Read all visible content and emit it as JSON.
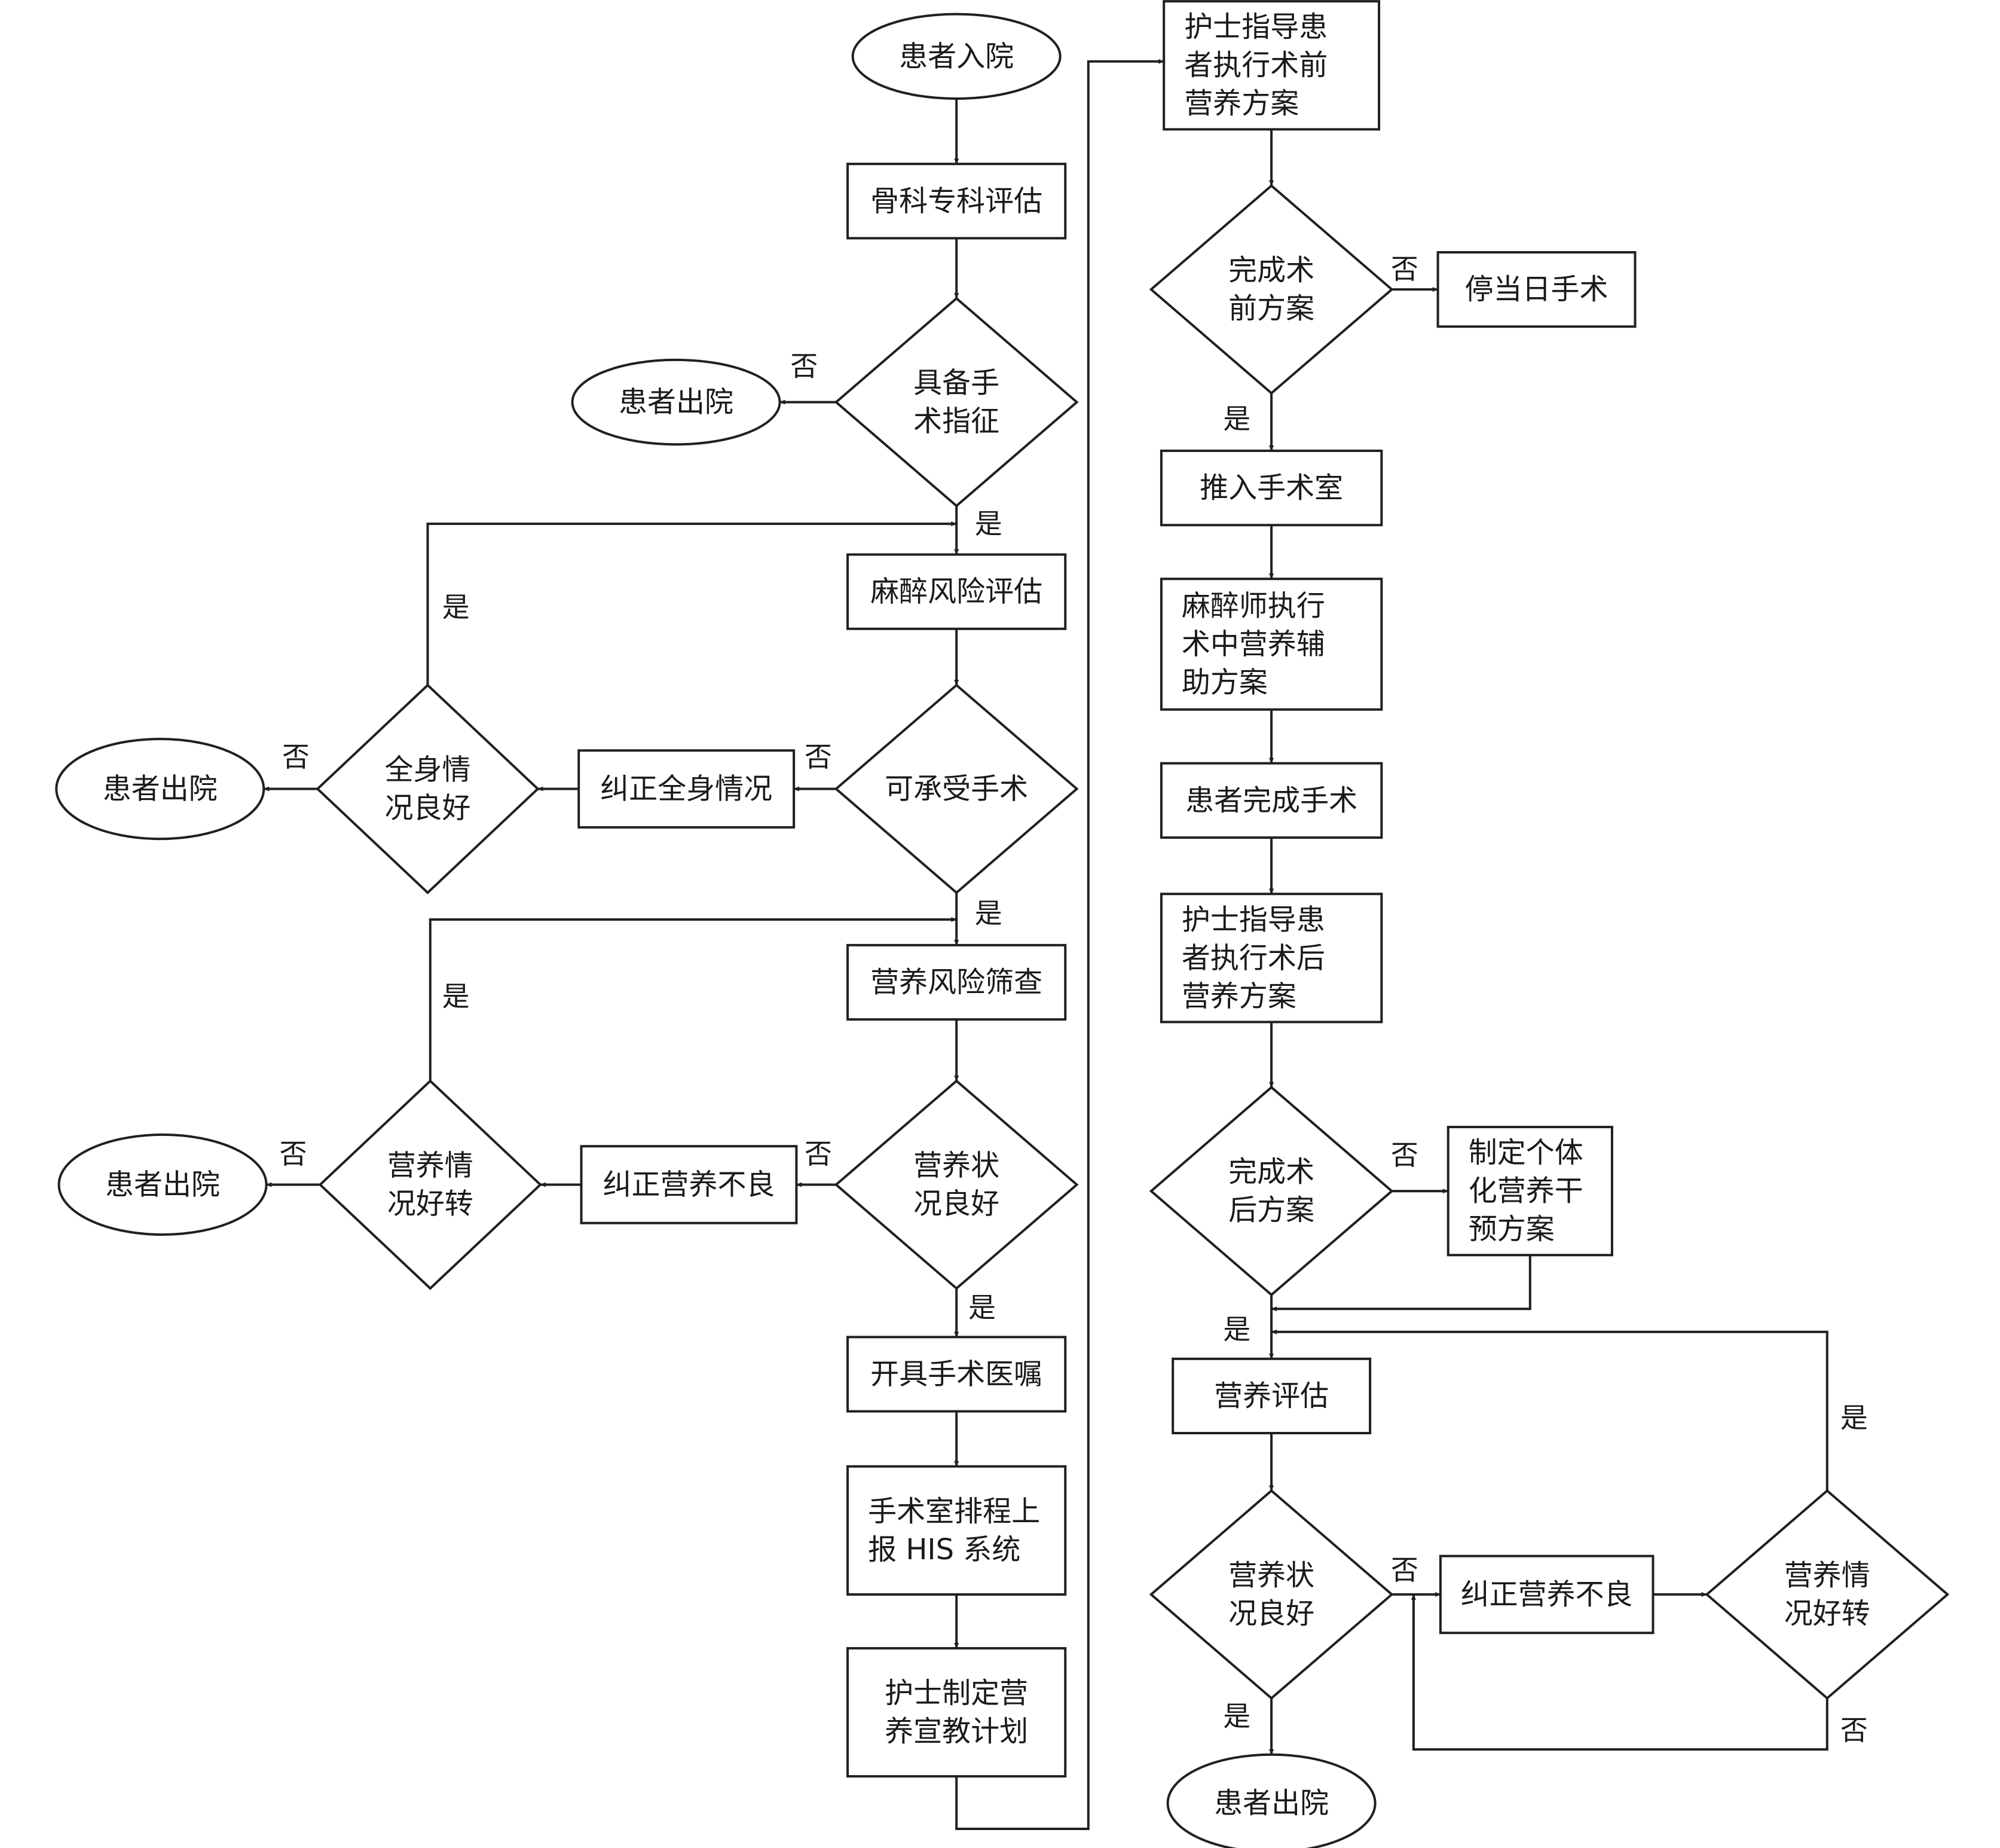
{
  "diagram": {
    "colors": {
      "line": "#231f20",
      "text": "#1a1a1a",
      "fill": "#ffffff"
    },
    "labels": {
      "yes": "是",
      "no": "否"
    },
    "nodes": {
      "admit": [
        "患者入院"
      ],
      "ortho_eval": [
        "骨科专科评估"
      ],
      "has_indication": [
        "具备手",
        "术指征"
      ],
      "discharge_1": [
        "患者出院"
      ],
      "anesth_risk": [
        "麻醉风险评估"
      ],
      "can_tolerate": [
        "可承受手术"
      ],
      "correct_general": [
        "纠正全身情况"
      ],
      "general_good": [
        "全身情",
        "况良好"
      ],
      "discharge_2": [
        "患者出院"
      ],
      "nutrition_screen": [
        "营养风险筛查"
      ],
      "nutrition_ok_1": [
        "营养状",
        "况良好"
      ],
      "correct_malnut_1": [
        "纠正营养不良"
      ],
      "nutrition_improved_1": [
        "营养情",
        "况好转"
      ],
      "discharge_3": [
        "患者出院"
      ],
      "surgery_order": [
        "开具手术医嘱"
      ],
      "or_schedule": [
        "手术室排程上",
        "报 HIS 系统"
      ],
      "nurse_plan": [
        "护士制定营",
        "养宣教计划"
      ],
      "preop_guide": [
        "护士指导患",
        "者执行术前",
        "营养方案"
      ],
      "preop_done": [
        "完成术",
        "前方案"
      ],
      "stop_surgery": [
        "停当日手术"
      ],
      "to_or": [
        "推入手术室"
      ],
      "anesth_exec": [
        "麻醉师执行",
        "术中营养辅",
        "助方案"
      ],
      "surgery_done": [
        "患者完成手术"
      ],
      "postop_guide": [
        "护士指导患",
        "者执行术后",
        "营养方案"
      ],
      "postop_done": [
        "完成术",
        "后方案"
      ],
      "individual_plan": [
        "制定个体",
        "化营养干",
        "预方案"
      ],
      "nutrition_eval": [
        "营养评估"
      ],
      "nutrition_ok_2": [
        "营养状",
        "况良好"
      ],
      "correct_malnut_2": [
        "纠正营养不良"
      ],
      "nutrition_improved_2": [
        "营养情",
        "况好转"
      ],
      "discharge_4": [
        "患者出院"
      ]
    }
  }
}
